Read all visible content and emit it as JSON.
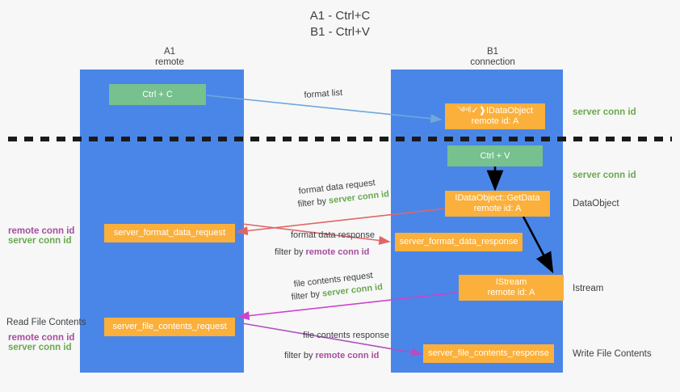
{
  "title": {
    "line1": "A1 - Ctrl+C",
    "line2": "B1 - Ctrl+V"
  },
  "columns": [
    {
      "id": "a1",
      "name": "A1",
      "sub": "remote"
    },
    {
      "id": "b1",
      "name": "B1",
      "sub": "connection"
    }
  ],
  "colors": {
    "lane": "#4a86e8",
    "green_node": "#76c18e",
    "orange_node": "#fbb03b",
    "server_conn_id": "#6aa84f",
    "remote_conn_id": "#a64d9e",
    "arrow_blue": "#6fa8dc",
    "arrow_red": "#e06666",
    "arrow_magenta": "#cc44cc",
    "arrow_purple": "#9b59b6",
    "arrow_black": "#000000",
    "background": "#f7f7f7"
  },
  "nodes": {
    "ctrl_c": {
      "label": "Ctrl + C",
      "sub": ""
    },
    "idataobject": {
      "label": "༺✓❱IDataObject",
      "sub": "remote id: A"
    },
    "ctrl_v": {
      "label": "Ctrl + V",
      "sub": ""
    },
    "getdata": {
      "label": "IDataObject::GetData",
      "sub": "remote id: A"
    },
    "format_data_request": {
      "label": "server_format_data_request",
      "sub": ""
    },
    "format_data_response": {
      "label": "server_format_data_response",
      "sub": ""
    },
    "istream": {
      "label": "IStream",
      "sub": "remote id: A"
    },
    "file_contents_request": {
      "label": "server_file_contents_request",
      "sub": ""
    },
    "file_contents_response": {
      "label": "server_file_contents_response",
      "sub": ""
    }
  },
  "edge_labels": {
    "format_list": "format list",
    "format_data_request": "format data request",
    "format_data_response": "format data response",
    "file_contents_request": "file contents request",
    "file_contents_response": "file contents response",
    "filter_by": "filter by",
    "server_conn_id": "server conn id",
    "remote_conn_id": "remote conn id"
  },
  "annotations": {
    "right": [
      {
        "id": "server-conn-id-top",
        "text": "server conn id",
        "kind": "server"
      },
      {
        "id": "server-conn-id-mid",
        "text": "server conn id",
        "kind": "server"
      },
      {
        "id": "dataobject",
        "text": "DataObject",
        "kind": "plain"
      },
      {
        "id": "istream",
        "text": "Istream",
        "kind": "plain"
      },
      {
        "id": "write-file-contents",
        "text": "Write File Contents",
        "kind": "plain"
      }
    ],
    "left": [
      {
        "id": "remote-conn-id-mid",
        "text": "remote conn id",
        "kind": "remote"
      },
      {
        "id": "server-conn-id-mid-left",
        "text": "server conn id",
        "kind": "server"
      },
      {
        "id": "read-file-contents",
        "text": "Read File Contents",
        "kind": "plain"
      },
      {
        "id": "remote-conn-id-low",
        "text": "remote conn id",
        "kind": "remote"
      },
      {
        "id": "server-conn-id-low",
        "text": "server conn id",
        "kind": "server"
      }
    ]
  }
}
